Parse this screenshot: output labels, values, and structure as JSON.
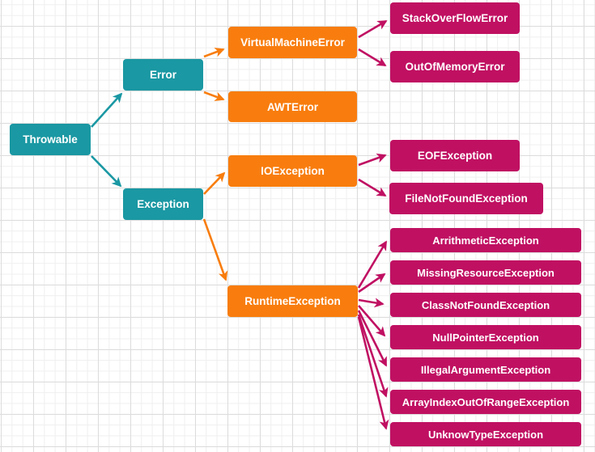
{
  "diagram": {
    "type": "hierarchy-flowchart",
    "colors": {
      "level1_teal": "#1a98a3",
      "level2_orange": "#f87d0e",
      "level3_magenta": "#c01062",
      "grid_major": "#dcdcdc",
      "grid_minor": "#efefef",
      "background": "#ffffff",
      "node_text": "#ffffff"
    },
    "nodes": {
      "throwable": {
        "label": "Throwable"
      },
      "error": {
        "label": "Error"
      },
      "exception": {
        "label": "Exception"
      },
      "virtualmachineerror": {
        "label": "VirtualMachineError"
      },
      "awterror": {
        "label": "AWTError"
      },
      "ioexception": {
        "label": "IOException"
      },
      "runtimeexception": {
        "label": "RuntimeException"
      },
      "stackoverflowerror": {
        "label": "StackOverFlowError"
      },
      "outofmemoryerror": {
        "label": "OutOfMemoryError"
      },
      "eofexception": {
        "label": "EOFException"
      },
      "filenotfoundexception": {
        "label": "FileNotFoundException"
      },
      "arrithmeticexception": {
        "label": "ArrithmeticException"
      },
      "missingresourceexception": {
        "label": "MissingResourceException"
      },
      "classnotfoundexception": {
        "label": "ClassNotFoundException"
      },
      "nullpointerexception": {
        "label": "NullPointerException"
      },
      "illegalargumentexception": {
        "label": "IllegalArgumentException"
      },
      "arrayindexoutofrangeexception": {
        "label": "ArrayIndexOutOfRangeException"
      },
      "unknowtypeexception": {
        "label": "UnknowTypeException"
      }
    },
    "edges": [
      {
        "from": "Throwable",
        "to": "Error"
      },
      {
        "from": "Throwable",
        "to": "Exception"
      },
      {
        "from": "Error",
        "to": "VirtualMachineError"
      },
      {
        "from": "Error",
        "to": "AWTError"
      },
      {
        "from": "Exception",
        "to": "IOException"
      },
      {
        "from": "Exception",
        "to": "RuntimeException"
      },
      {
        "from": "VirtualMachineError",
        "to": "StackOverFlowError"
      },
      {
        "from": "VirtualMachineError",
        "to": "OutOfMemoryError"
      },
      {
        "from": "IOException",
        "to": "EOFException"
      },
      {
        "from": "IOException",
        "to": "FileNotFoundException"
      },
      {
        "from": "RuntimeException",
        "to": "ArrithmeticException"
      },
      {
        "from": "RuntimeException",
        "to": "MissingResourceException"
      },
      {
        "from": "RuntimeException",
        "to": "ClassNotFoundException"
      },
      {
        "from": "RuntimeException",
        "to": "NullPointerException"
      },
      {
        "from": "RuntimeException",
        "to": "IllegalArgumentException"
      },
      {
        "from": "RuntimeException",
        "to": "ArrayIndexOutOfRangeException"
      },
      {
        "from": "RuntimeException",
        "to": "UnknowTypeException"
      }
    ]
  }
}
